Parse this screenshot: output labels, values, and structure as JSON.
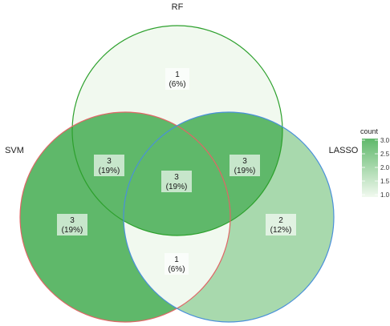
{
  "diagram": {
    "type": "venn",
    "sets": [
      {
        "id": "RF",
        "label": "RF",
        "stroke": "#2ca02c"
      },
      {
        "id": "SVM",
        "label": "SVM",
        "stroke": "#e06666"
      },
      {
        "id": "LASSO",
        "label": "LASSO",
        "stroke": "#4a90d9"
      }
    ],
    "regions": [
      {
        "id": "rf-only",
        "sets": [
          "RF"
        ],
        "count": 1,
        "percent": "(6%)"
      },
      {
        "id": "rf-svm",
        "sets": [
          "RF",
          "SVM"
        ],
        "count": 3,
        "percent": "(19%)"
      },
      {
        "id": "rf-lasso",
        "sets": [
          "RF",
          "LASSO"
        ],
        "count": 3,
        "percent": "(19%)"
      },
      {
        "id": "all",
        "sets": [
          "RF",
          "SVM",
          "LASSO"
        ],
        "count": 3,
        "percent": "(19%)"
      },
      {
        "id": "svm-only",
        "sets": [
          "SVM"
        ],
        "count": 3,
        "percent": "(19%)"
      },
      {
        "id": "lasso-only",
        "sets": [
          "LASSO"
        ],
        "count": 2,
        "percent": "(12%)"
      },
      {
        "id": "svm-lasso",
        "sets": [
          "SVM",
          "LASSO"
        ],
        "count": 1,
        "percent": "(6%)"
      }
    ],
    "color_scale": {
      "title": "count",
      "min": 1.0,
      "max": 3.0,
      "low_color": "#f1f9ef",
      "high_color": "#5fb86a",
      "ticks": [
        "3.0",
        "2.5",
        "2.0",
        "1.5",
        "1.0"
      ]
    }
  }
}
